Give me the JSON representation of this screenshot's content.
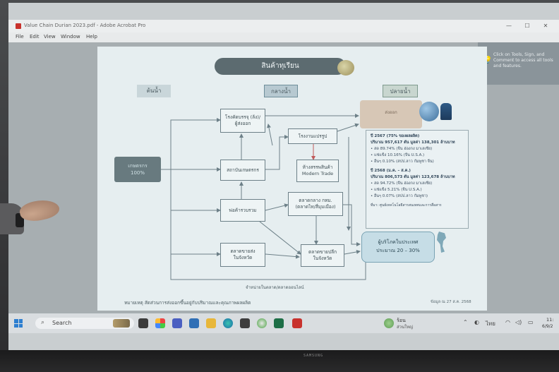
{
  "window": {
    "title": "Value Chain Durian 2023.pdf - Adobe Acrobat Pro",
    "minimize": "—",
    "maximize": "☐",
    "close": "✕"
  },
  "menu": [
    "File",
    "Edit",
    "View",
    "Window",
    "Help"
  ],
  "side_panel": {
    "text": "Click on Tools, Sign, and Comment to access all tools and features."
  },
  "slide": {
    "title": "สินค้าทุเรียน",
    "stages": {
      "upstream": "ต้นน้ำ",
      "midstream": "กลางน้ำ",
      "downstream": "ปลายน้ำ"
    },
    "producer": {
      "line1": "เกษตรกร",
      "line2": "100%"
    },
    "boxes": {
      "factory_exporter": "โรงคัดบรรจุ (ล้ง)/\nผู้ส่งออก",
      "cooperative": "สถาบันเกษตรกร",
      "middleman": "พ่อค้ารวบรวม",
      "provincial_wholesale": "ตลาดขายส่ง\nในจังหวัด",
      "processing": "โรงงานแปรรูป",
      "modern_trade": "ห้างสรรพสินค้า\nModern Trade",
      "central_market": "ตลาดกลาง กทม.\n(ตลาดไท/สี่มุมเมือง)",
      "provincial_retail": "ตลาดขายปลีก\nในจังหวัด"
    },
    "export_label": "ส่งออก",
    "stats": {
      "y2567_head": "ปี 2567 (75% ของผลผลิต)",
      "y2567_volume": "ปริมาณ 957,617 ตัน มูลค่า 138,301 ล้านบาท",
      "y2567_fresh": "• สด 89.74% (จีน ฮ่องกง มาเลเซีย)",
      "y2567_frozen": "• แช่แข็ง 10.16% (จีน U.S.A.)",
      "y2567_other": "• อื่นๆ 0.10% (สปป.ลาว กัมพูชา จีน)",
      "y2568_head": "ปี 2568 (ม.ค. – ส.ค.)",
      "y2568_volume": "ปริมาณ 806,573 ตัน มูลค่า 123,678 ล้านบาท",
      "y2568_fresh": "• สด 94.72% (จีน ฮ่องกง มาเลเซีย)",
      "y2568_frozen": "• แช่แข็ง 5.21% (จีน U.S.A.)",
      "y2568_other": "• อื่นๆ 0.07% (สปป.ลาว กัมพูชา)",
      "source": "ที่มา: ศูนย์เทคโนโลยีสารสนเทศและการสื่อสาร"
    },
    "consumer": {
      "line1": "ผู้บริโภคในประเทศ",
      "line2": "ประมาณ 20 – 30%"
    },
    "bottom_label": "จำหน่ายในตลาด/ตลาดออนไลน์",
    "note": "หมายเหตุ  สัดส่วนการส่งออกขึ้นอยู่กับปริมาณและคุณภาพผลผลิต",
    "date_ref": "ข้อมูล ณ 27 ส.ค. 2568"
  },
  "taskbar": {
    "search_label": "Search",
    "weather_temp": "ร้อน",
    "weather_desc": "ส่วนใหญ่",
    "lang": "ไทย",
    "clock_time": "11:",
    "clock_date": "6/9/2"
  },
  "monitor_brand": "SAMSUNG"
}
